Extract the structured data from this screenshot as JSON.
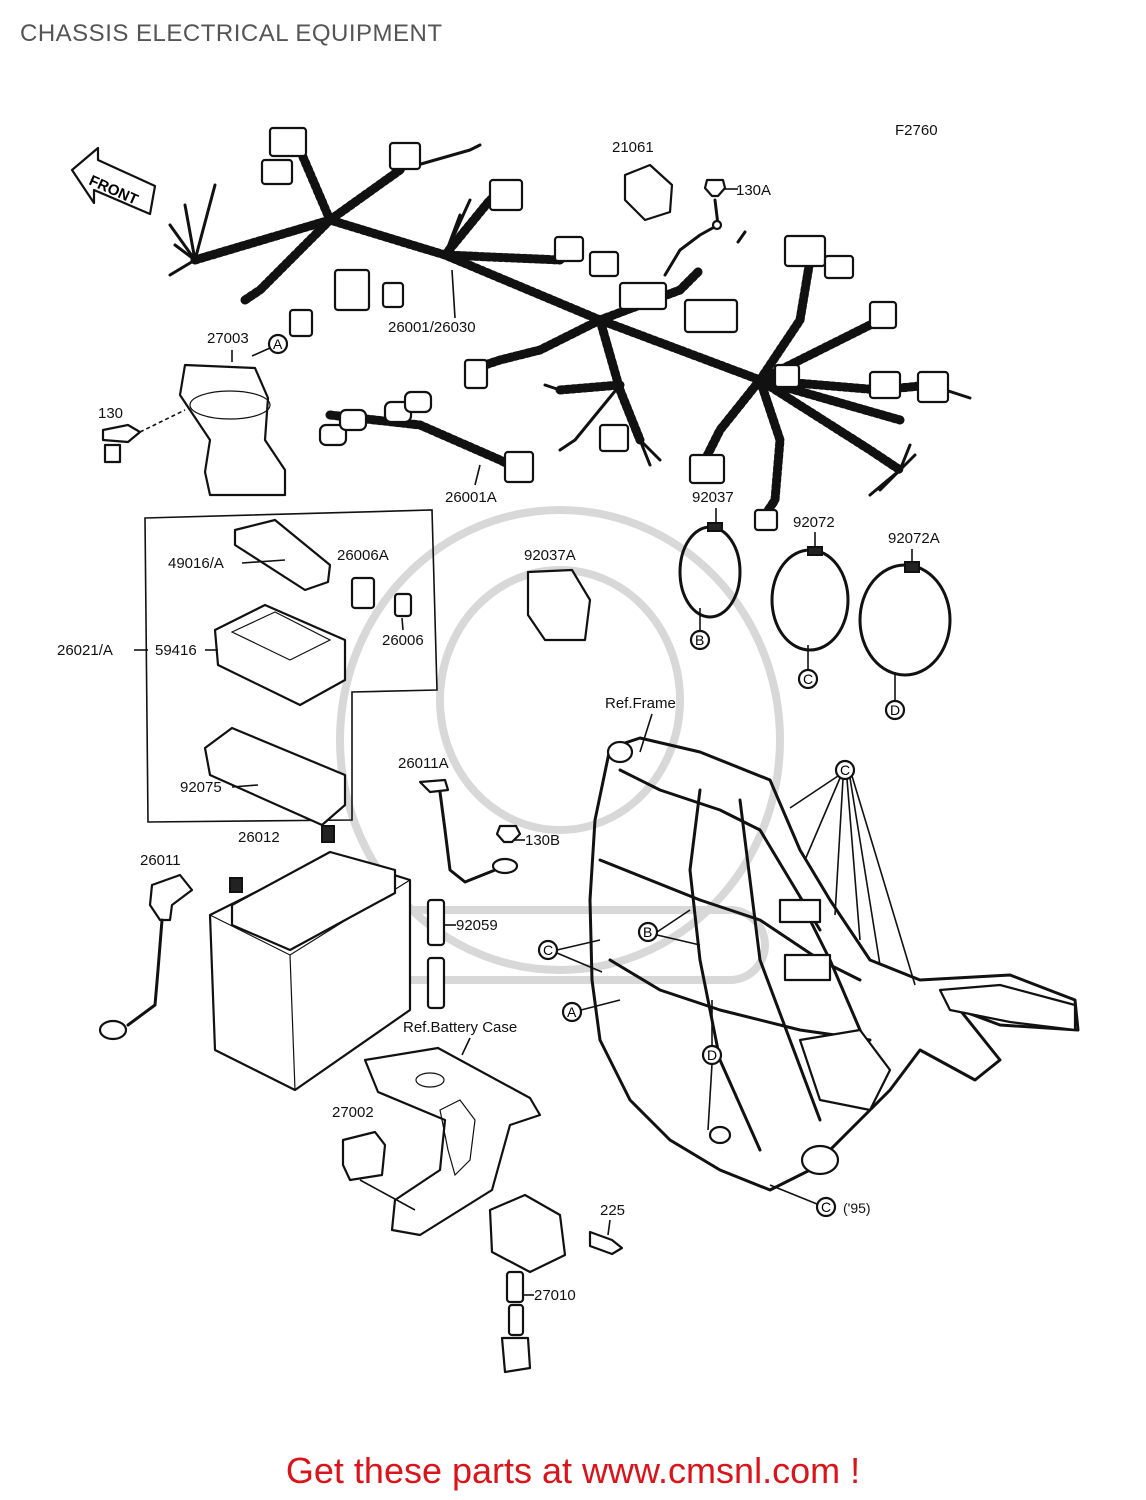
{
  "page": {
    "title": "CHASSIS ELECTRICAL EQUIPMENT",
    "figure_code": "F2760",
    "footer_text": "Get these parts at www.cmsnl.com !"
  },
  "colors": {
    "footer": "#d9151b",
    "title": "#555555",
    "line": "#111111"
  },
  "diagram": {
    "direction_arrow": "FRONT",
    "part_labels": {
      "p21061": "21061",
      "p130A": "130A",
      "p27003": "27003",
      "p130": "130",
      "p26001_26030": "26001/26030",
      "p26001A": "26001A",
      "p92037": "92037",
      "p92072": "92072",
      "p92072A": "92072A",
      "p49016A": "49016/A",
      "p26006A": "26006A",
      "p26006": "26006",
      "p92037A": "92037A",
      "p26021A": "26021/A",
      "p59416": "59416",
      "p92075": "92075",
      "p26011A": "26011A",
      "p130B": "130B",
      "p26012": "26012",
      "p26011": "26011",
      "p92059": "92059",
      "p27002": "27002",
      "p225": "225",
      "p27010": "27010",
      "ref_frame": "Ref.Frame",
      "ref_battery_case": "Ref.Battery Case",
      "year_95": "('95)"
    },
    "reference_markers": [
      "A",
      "B",
      "C",
      "D"
    ]
  }
}
